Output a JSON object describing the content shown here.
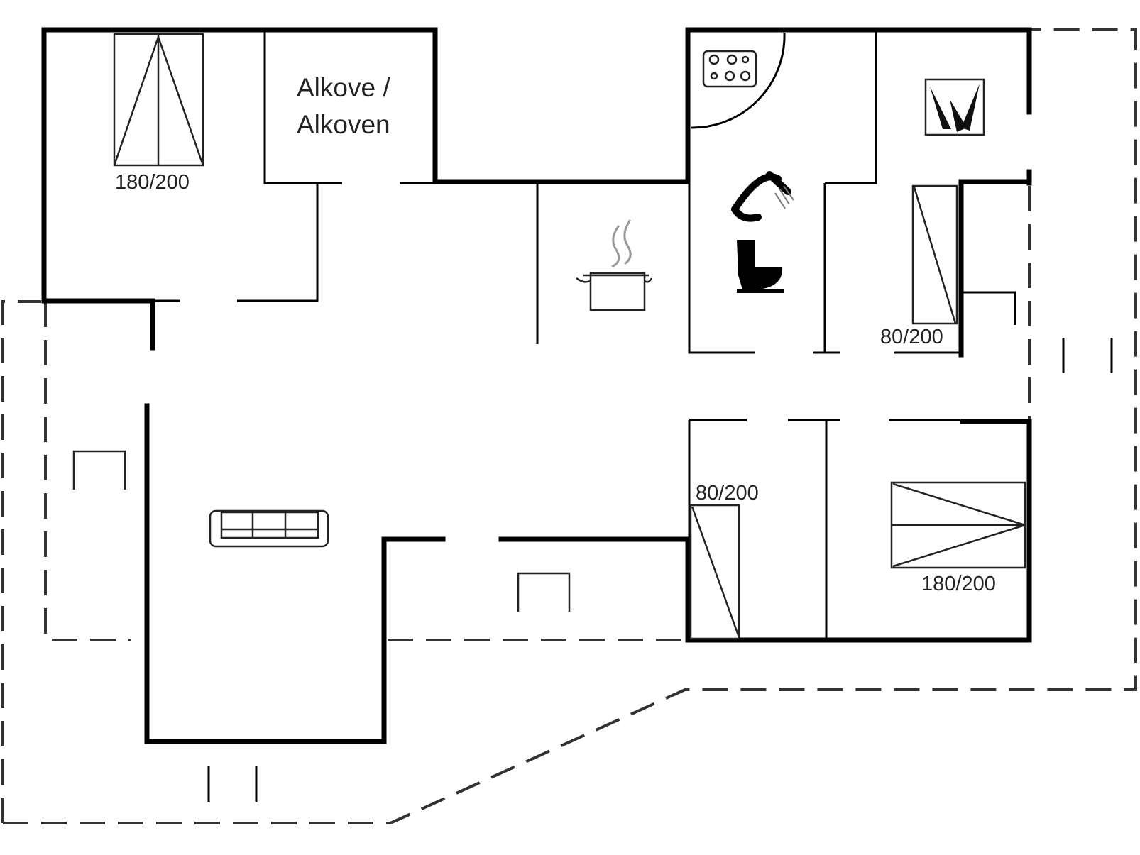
{
  "plan": {
    "rooms": {
      "alcove": {
        "line1": "Alkove /",
        "line2": "Alkoven"
      }
    },
    "beds": {
      "top_left": "180/200",
      "small_right": "80/200",
      "small_bottom": "80/200",
      "large_bottom": "180/200"
    },
    "icons": [
      "stove-icon",
      "fridge-icon",
      "shower-icon",
      "toilet-icon",
      "cooking-pot-icon",
      "sofa-icon"
    ]
  }
}
